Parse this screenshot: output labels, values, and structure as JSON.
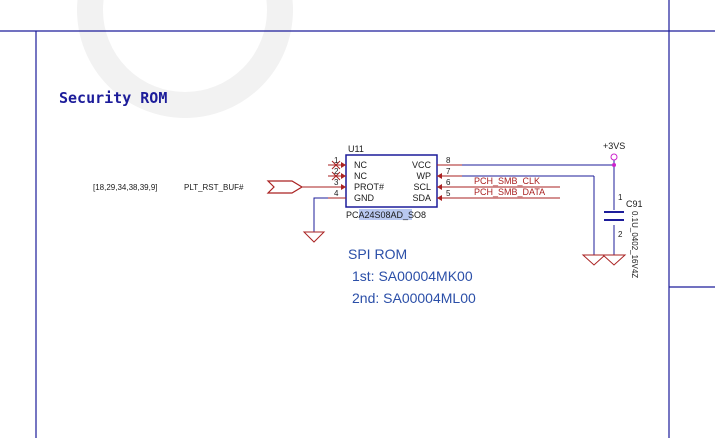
{
  "section_title": "Security ROM",
  "colors": {
    "frame": "#1c1c9a",
    "wire": "#1c1c9a",
    "net": "#aa2222",
    "pin": "#aa2222",
    "text": "#1a1a1a",
    "note": "#2b4fa8",
    "highlight": "#b9c8f0",
    "junction": "#cc22cc",
    "watermark": "#f2f2f2"
  },
  "chip": {
    "ref": "U11",
    "part_prefix": "PC",
    "part_highlight": "A24S08AD",
    "part_suffix": "_SO8",
    "left_pins": [
      {
        "num": "1",
        "name": "NC"
      },
      {
        "num": "2",
        "name": "NC"
      },
      {
        "num": "3",
        "name": "PROT#"
      },
      {
        "num": "4",
        "name": "GND"
      }
    ],
    "right_pins": [
      {
        "num": "8",
        "name": "VCC"
      },
      {
        "num": "7",
        "name": "WP"
      },
      {
        "num": "6",
        "name": "SCL"
      },
      {
        "num": "5",
        "name": "SDA"
      }
    ]
  },
  "nets": {
    "reset_refs": "[18,29,34,38,39,9]",
    "reset_name": "PLT_RST_BUF#",
    "clk": "PCH_SMB_CLK",
    "data": "PCH_SMB_DATA",
    "power": "+3VS"
  },
  "capacitor": {
    "ref": "C91",
    "value": "0.1U_0402_16V4Z",
    "pin1": "1",
    "pin2": "2"
  },
  "note": {
    "title": "SPI ROM",
    "line1": "1st: SA00004MK00",
    "line2": "2nd: SA00004ML00"
  }
}
